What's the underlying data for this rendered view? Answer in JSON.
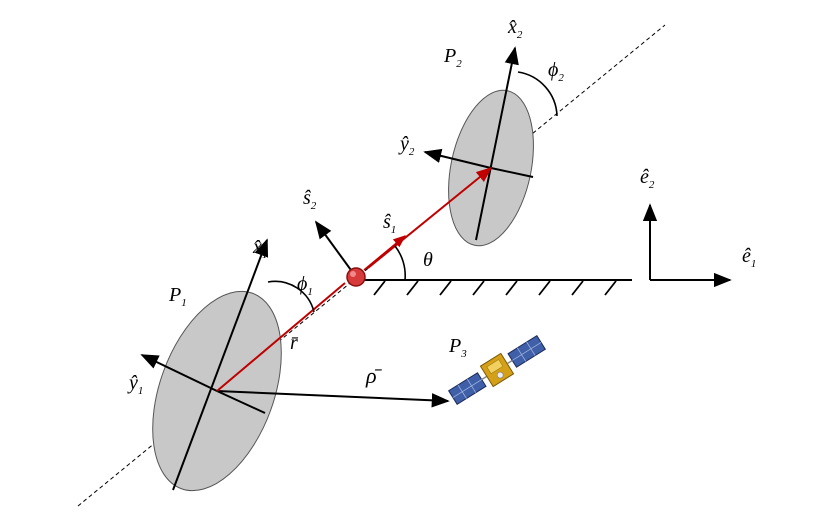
{
  "labels": {
    "x2": "x̂",
    "x2_sub": "2",
    "P2": "P",
    "P2_sub": "2",
    "phi2": "ϕ",
    "phi2_sub": "2",
    "y2": "ŷ",
    "y2_sub": "2",
    "e2": "ê",
    "e2_sub": "2",
    "e1": "ê",
    "e1_sub": "1",
    "s2": "ŝ",
    "s2_sub": "2",
    "s1": "ŝ",
    "s1_sub": "1",
    "theta": "θ",
    "x1": "x̂",
    "x1_sub": "1",
    "P1": "P",
    "P1_sub": "1",
    "phi1": "ϕ",
    "phi1_sub": "1",
    "r": "r̄",
    "P3": "P",
    "P3_sub": "3",
    "y1": "ŷ",
    "y1_sub": "1",
    "rho": "ρ̄"
  },
  "colors": {
    "line": "#000000",
    "vector_r": "#c00000",
    "ellipse_fill": "#c8c8c8",
    "ellipse_stroke": "#555555",
    "joint_fill": "#d63a3a",
    "satellite_body": "#d4a017",
    "solar_panel": "#3f5fa8"
  },
  "icons": {
    "satellite": "satellite-icon",
    "ground": "ground-hatch"
  }
}
